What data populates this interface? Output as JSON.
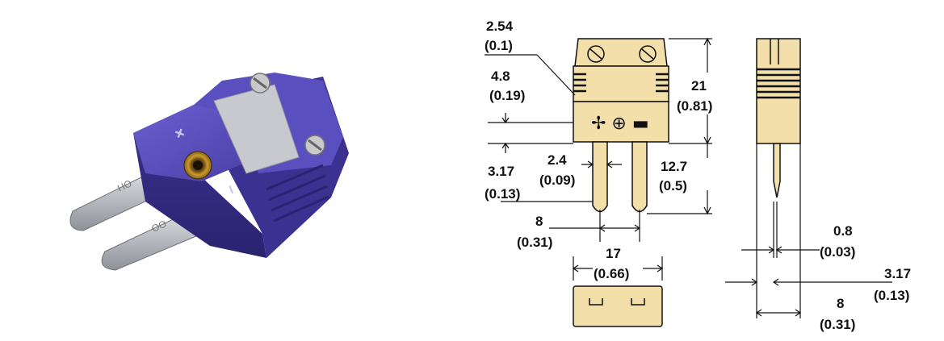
{
  "photo": {
    "polarity_plus": "+",
    "polarity_minus": "−",
    "pin_label_top": "HO",
    "pin_label_bottom": "OO"
  },
  "drawing": {
    "front_symbols": "✢ ⊕ ▬",
    "dims": {
      "d1": {
        "mm": "2.54",
        "in": "(0.1)"
      },
      "d2": {
        "mm": "4.8",
        "in": "(0.19)"
      },
      "d3": {
        "mm": "21",
        "in": "(0.81)"
      },
      "d4": {
        "mm": "2.4",
        "in": "(0.09)"
      },
      "d5": {
        "mm": "12.7",
        "in": "(0.5)"
      },
      "d6": {
        "mm": "3.17",
        "in": "(0.13)"
      },
      "d7": {
        "mm": "8",
        "in": "(0.31)"
      },
      "d8": {
        "mm": "17",
        "in": "(0.66)"
      },
      "d9": {
        "mm": "0.8",
        "in": "(0.03)"
      },
      "d10": {
        "mm": "3.17",
        "in": "(0.13)"
      },
      "d11": {
        "mm": "8",
        "in": "(0.31)"
      }
    }
  },
  "colors": {
    "connector_purple": "#4a3fa6",
    "connector_purple_dark": "#2f2878",
    "drawing_fill": "#f3dfaa"
  }
}
